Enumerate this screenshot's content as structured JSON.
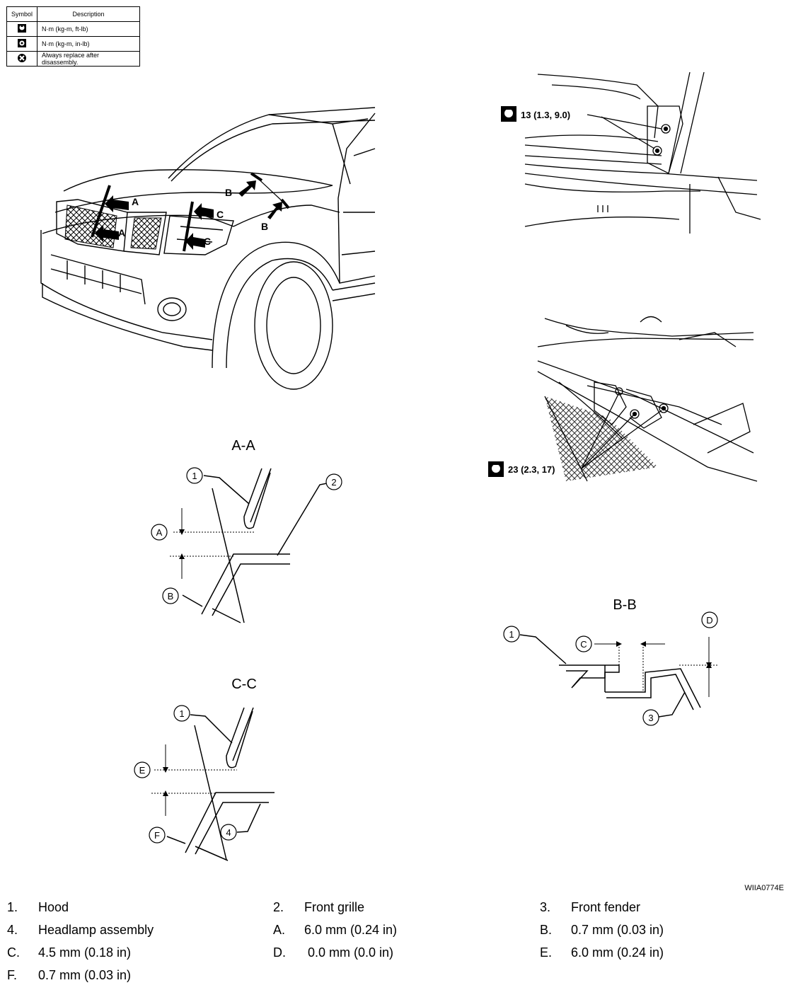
{
  "symbol_table": {
    "headers": {
      "symbol": "Symbol",
      "description": "Description"
    },
    "rows": [
      {
        "icon": "torque-wrench-icon",
        "description": "N·m (kg-m, ft-lb)"
      },
      {
        "icon": "torque-wrench-small-icon",
        "description": "N·m (kg-m, in-lb)"
      },
      {
        "icon": "replace-part-icon",
        "description": "Always replace after disassembly."
      }
    ]
  },
  "vehicle_view": {
    "labels": [
      "A",
      "A",
      "B",
      "B",
      "C",
      "C"
    ]
  },
  "hinge_view": {
    "torque": "13 (1.3, 9.0)"
  },
  "latch_view": {
    "torque": "23 (2.3, 17)"
  },
  "section_aa": {
    "title": "A-A",
    "callouts": {
      "part1": "1",
      "part2": "2",
      "dim_a": "A",
      "dim_b": "B"
    }
  },
  "section_cc": {
    "title": "C-C",
    "callouts": {
      "part1": "1",
      "part4": "4",
      "dim_e": "E",
      "dim_f": "F"
    }
  },
  "section_bb": {
    "title": "B-B",
    "callouts": {
      "part1": "1",
      "part3": "3",
      "dim_c": "C",
      "dim_d": "D"
    }
  },
  "figure_code": "WIIA0774E",
  "legend": [
    {
      "key": "1.",
      "text": "Hood"
    },
    {
      "key": "2.",
      "text": "Front grille"
    },
    {
      "key": "3.",
      "text": "Front fender"
    },
    {
      "key": "4.",
      "text": "Headlamp assembly"
    },
    {
      "key": "A.",
      "text": "6.0 mm (0.24 in)"
    },
    {
      "key": "B.",
      "text": "0.7 mm (0.03 in)"
    },
    {
      "key": "C.",
      "text": "4.5 mm (0.18 in)"
    },
    {
      "key": "D.",
      "text": " 0.0 mm (0.0 in)"
    },
    {
      "key": "E.",
      "text": "6.0 mm (0.24 in)"
    },
    {
      "key": "F.",
      "text": "0.7 mm (0.03 in)"
    }
  ]
}
